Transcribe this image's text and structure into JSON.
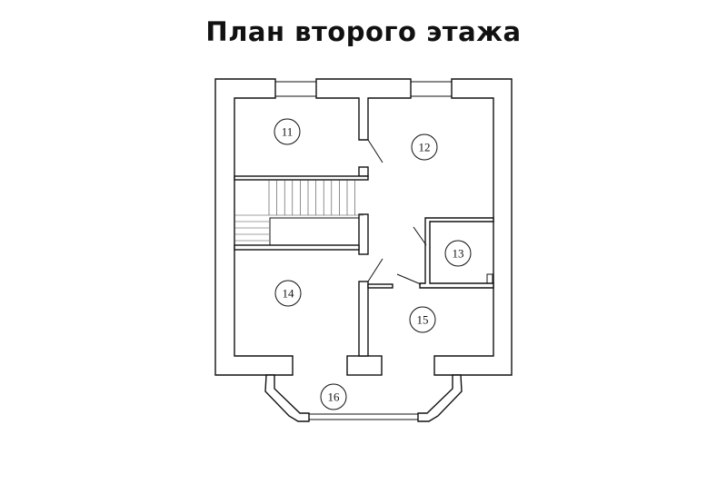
{
  "title": "План второго этажа",
  "rooms": [
    {
      "id": "11"
    },
    {
      "id": "12"
    },
    {
      "id": "13"
    },
    {
      "id": "14"
    },
    {
      "id": "15"
    },
    {
      "id": "16"
    }
  ]
}
